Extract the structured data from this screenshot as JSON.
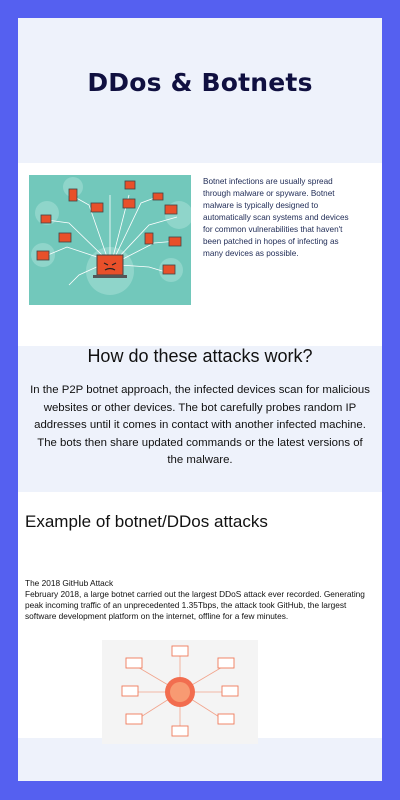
{
  "page": {
    "title": "DDos & Botnets"
  },
  "intro": {
    "text": "Botnet infections are usually spread through malware or spyware. Botnet malware is typically designed to automatically scan systems and devices for common vulnerabilities that haven't been patched in hopes of infecting as many devices as possible."
  },
  "how": {
    "heading": "How do these attacks work?",
    "text": "In the P2P botnet approach, the infected devices scan for malicious websites or other devices. The bot carefully probes random IP addresses until it comes in contact with another infected machine. The bots then share updated commands or the latest versions of the malware."
  },
  "example": {
    "heading": "Example of botnet/DDos attacks",
    "subtitle": "The 2018 GitHub Attack",
    "text": "February 2018, a large botnet carried out the largest DDoS attack ever recorded. Generating peak incoming traffic of an unprecedented 1.35Tbps, the attack took GitHub, the largest software development platform on the internet, offline for a few minutes."
  },
  "colors": {
    "background": "#5560f0",
    "card": "#eef2fb",
    "illustration_bg": "#72c8bb",
    "bot_screen": "#e8502a",
    "title": "#101040"
  },
  "icons": [
    "botnet-illustration",
    "ddos-network-diagram"
  ]
}
